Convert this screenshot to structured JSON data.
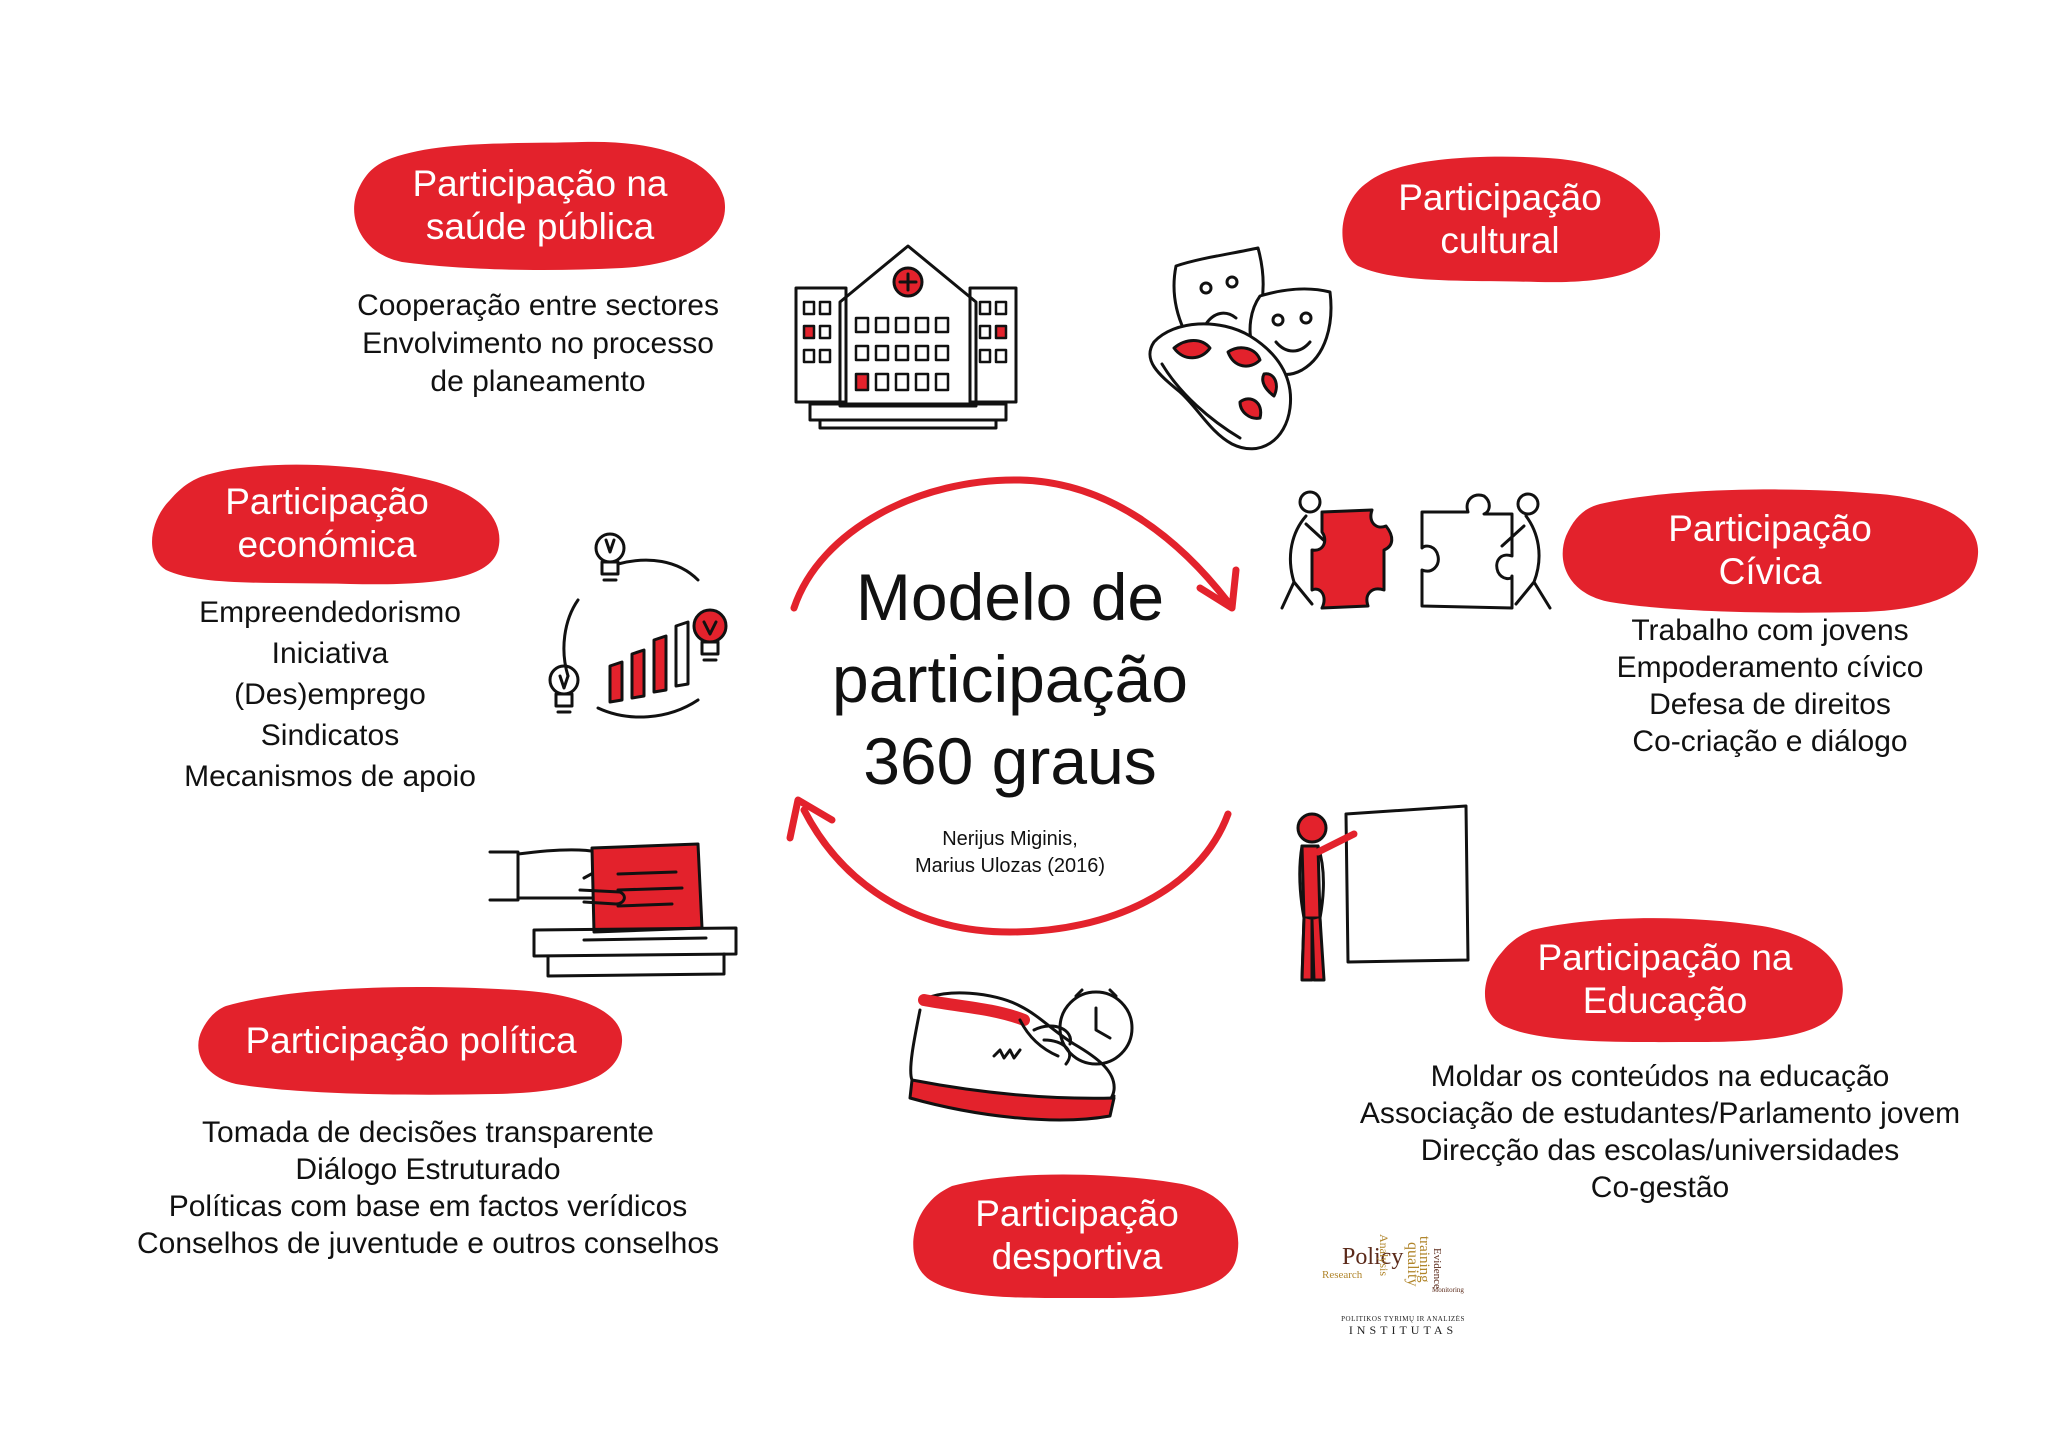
{
  "colors": {
    "accent": "#e3222c",
    "ink": "#1a1a1a",
    "background": "#ffffff"
  },
  "center": {
    "title_lines": [
      "Modelo de",
      "participação",
      "360 graus"
    ],
    "authors_lines": [
      "Nerijus Miginis,",
      "Marius Ulozas (2016)"
    ]
  },
  "categories": {
    "saude": {
      "label": [
        "Participação na",
        "saúde pública"
      ],
      "items": [
        "Cooperação entre sectores",
        "Envolvimento no processo",
        "de planeamento"
      ],
      "icon": "hospital-icon"
    },
    "cultural": {
      "label": [
        "Participação",
        "cultural"
      ],
      "items": [],
      "icon": "theater-masks-icon"
    },
    "economica": {
      "label": [
        "Participação",
        "económica"
      ],
      "items": [
        "Empreendedorismo",
        "Iniciativa",
        "(Des)emprego",
        "Sindicatos",
        "Mecanismos de apoio"
      ],
      "icon": "lightbulb-growth-icon"
    },
    "civica": {
      "label": [
        "Participação",
        "Cívica"
      ],
      "items": [
        "Trabalho com jovens",
        "Empoderamento cívico",
        "Defesa de direitos",
        "Co-criação e diálogo"
      ],
      "icon": "puzzle-people-icon"
    },
    "politica": {
      "label": [
        "Participação política"
      ],
      "items": [
        "Tomada de decisões transparente",
        "Diálogo Estruturado",
        "Políticas com base em factos verídicos",
        "Conselhos de juventude e outros conselhos"
      ],
      "icon": "ballot-box-icon"
    },
    "educacao": {
      "label": [
        "Participação na",
        "Educação"
      ],
      "items": [
        "Moldar os conteúdos na educação",
        "Associação de estudantes/Parlamento jovem",
        "Direcção das escolas/universidades",
        "Co-gestão"
      ],
      "icon": "presentation-board-icon"
    },
    "desportiva": {
      "label": [
        "Participação",
        "desportiva"
      ],
      "items": [],
      "icon": "sneaker-stopwatch-icon"
    }
  },
  "logo": {
    "words": [
      "Policy",
      "Analysis",
      "Research",
      "quality",
      "training",
      "Evidence",
      "Monitoring"
    ],
    "org_line1": "POLITIKOS TYRIMŲ IR ANALIZĖS",
    "org_line2": "INSTITUTAS",
    "icon": "word-cloud-logo-icon"
  }
}
